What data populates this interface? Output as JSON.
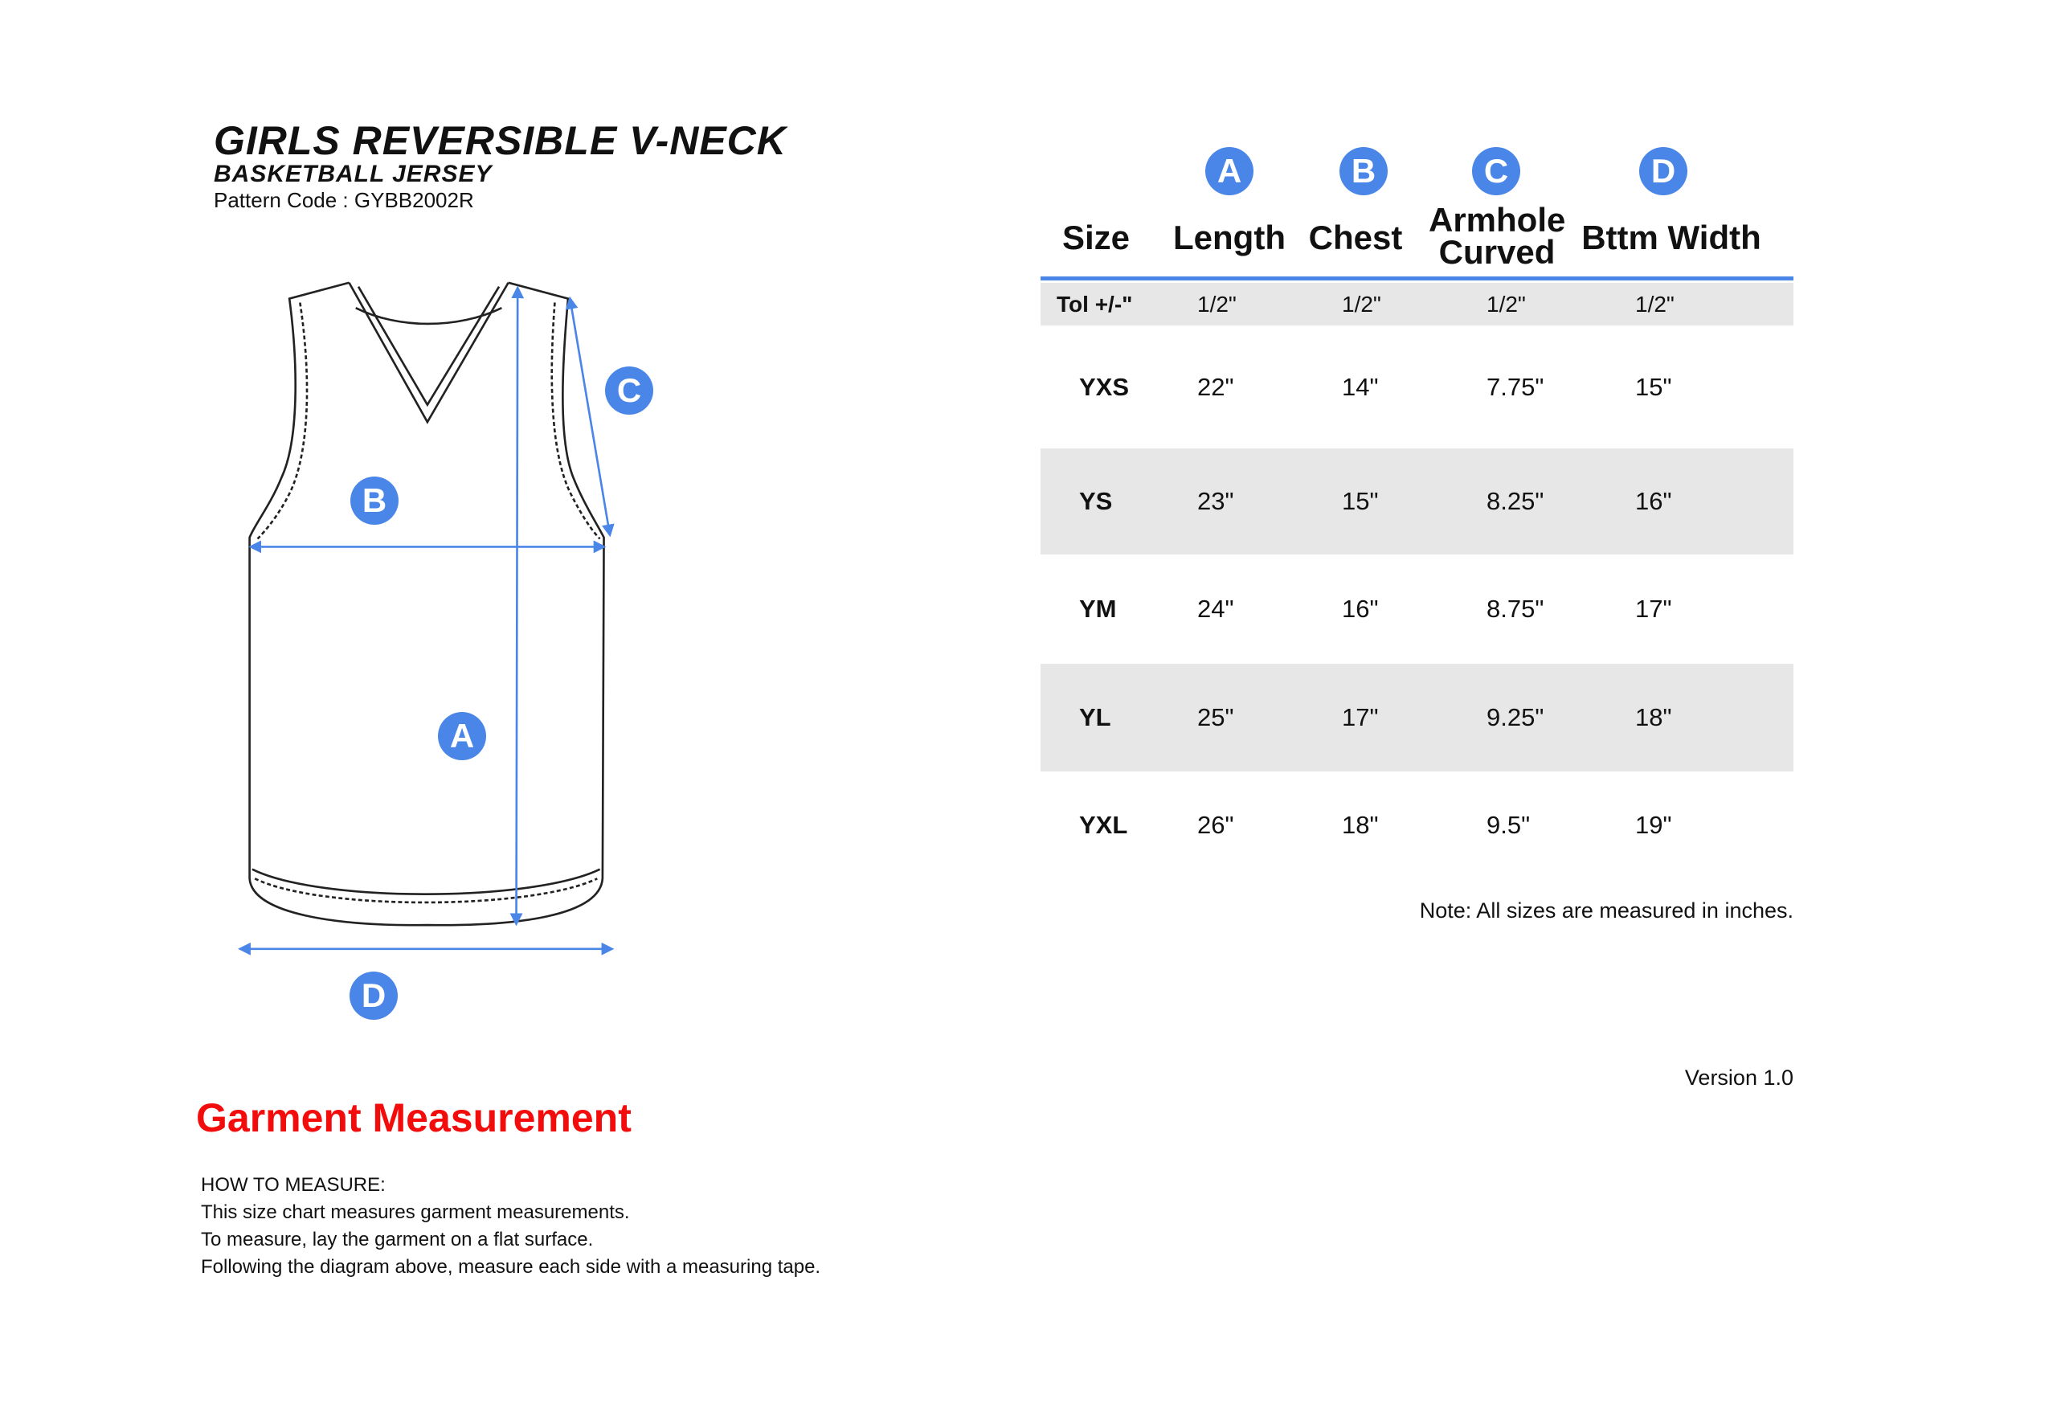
{
  "header": {
    "title": "GIRLS REVERSIBLE V-NECK",
    "subtitle": "BASKETBALL JERSEY",
    "pattern_code": "Pattern Code : GYBB2002R"
  },
  "diagram": {
    "markers": [
      "A",
      "B",
      "C",
      "D"
    ],
    "accent_color": "#4a86e8"
  },
  "section": {
    "title": "Garment Measurement",
    "title_color": "#f20c0c",
    "instructions": [
      "HOW TO MEASURE:",
      "This size chart measures garment measurements.",
      "To measure, lay the garment on a flat surface.",
      "Following the diagram above, measure each side with a measuring tape."
    ]
  },
  "table": {
    "columns": [
      {
        "badge": "",
        "label": "Size"
      },
      {
        "badge": "A",
        "label": "Length"
      },
      {
        "badge": "B",
        "label": "Chest"
      },
      {
        "badge": "C",
        "label": "Armhole Curved"
      },
      {
        "badge": "D",
        "label": "Bttm Width"
      }
    ],
    "tolerance": [
      "Tol +/-\"",
      "1/2\"",
      "1/2\"",
      "1/2\"",
      "1/2\""
    ],
    "rows": [
      [
        "YXS",
        "22\"",
        "14\"",
        "7.75\"",
        "15\""
      ],
      [
        "YS",
        "23\"",
        "15\"",
        "8.25\"",
        "16\""
      ],
      [
        "YM",
        "24\"",
        "16\"",
        "8.75\"",
        "17\""
      ],
      [
        "YL",
        "25\"",
        "17\"",
        "9.25\"",
        "18\""
      ],
      [
        "YXL",
        "26\"",
        "18\"",
        "9.5\"",
        "19\""
      ]
    ],
    "note": "Note: All sizes are measured in inches."
  },
  "footer": {
    "version": "Version 1.0"
  }
}
